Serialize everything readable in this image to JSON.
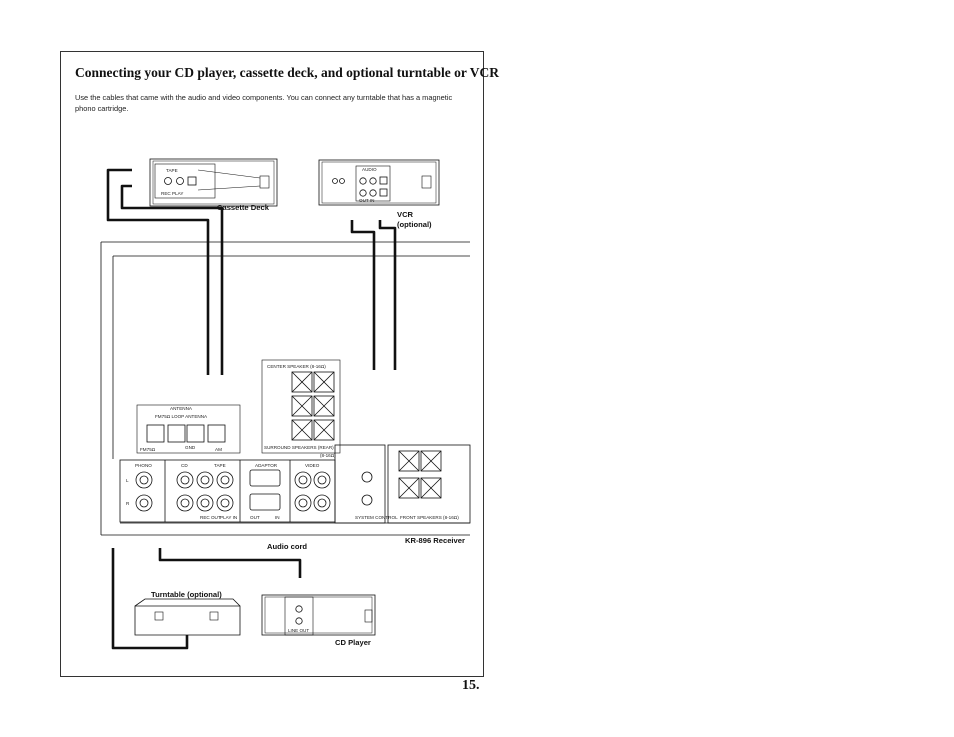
{
  "title": "Connecting your CD player, cassette deck, and optional turntable or VCR",
  "intro": "Use the cables that came with the audio and video components. You can connect any turntable that has a magnetic phono cartridge.",
  "labels": {
    "cassette_deck": "Cassette Deck",
    "vcr_line1": "VCR",
    "vcr_line2": "(optional)",
    "receiver": "KR-896 Receiver",
    "audio_cord": "Audio cord",
    "turntable": "Turntable (optional)",
    "cd_player": "CD Player"
  },
  "panel_text": {
    "tape": "TAPE",
    "rec_play": "REC  PLAY",
    "audio": "AUDIO",
    "out_in": "OUT  IN",
    "antenna": "ANTENNA",
    "fm_loop": "FM75Ω LOOP ANTENNA",
    "gnd": "GND",
    "am": "AM",
    "fm75": "FM75Ω",
    "center": "CENTER SPEAKER (8-16Ω)",
    "surround": "SURROUND SPEAKERS (REAR)",
    "ohm": "(8-16Ω)",
    "phono": "PHONO",
    "cd": "CD",
    "tape2": "TAPE",
    "adaptor": "ADAPTOR",
    "video": "VIDEO",
    "rec_out": "REC OUT",
    "play_in": "PLAY IN",
    "out": "OUT",
    "in": "IN",
    "system_control": "SYSTEM CONTROL",
    "front": "FRONT SPEAKERS (8-16Ω)",
    "line_out": "LINE OUT",
    "l": "L",
    "r": "R"
  },
  "page_number": "15."
}
